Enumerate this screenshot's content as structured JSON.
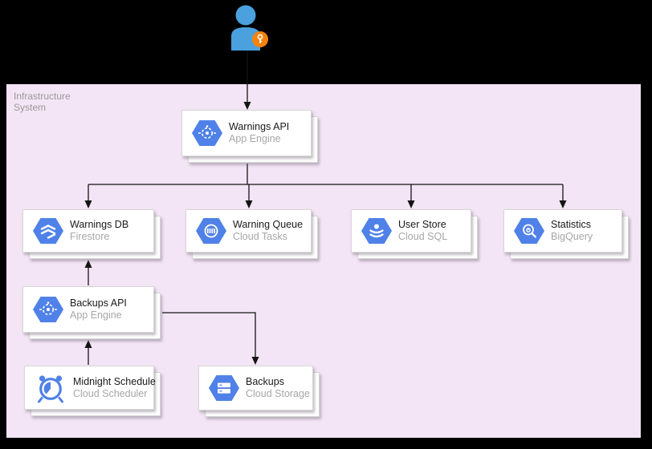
{
  "diagram": {
    "zone": {
      "label1": "Infrastructure",
      "label2": "System"
    },
    "actor": {
      "name": "authenticated-user"
    },
    "nodes": [
      {
        "id": "warnings-api",
        "title": "Warnings API",
        "subtitle": "App Engine",
        "icon": "app-engine"
      },
      {
        "id": "warnings-db",
        "title": "Warnings DB",
        "subtitle": "Firestore",
        "icon": "firestore"
      },
      {
        "id": "warning-queue",
        "title": "Warning Queue",
        "subtitle": "Cloud Tasks",
        "icon": "cloud-tasks"
      },
      {
        "id": "user-store",
        "title": "User Store",
        "subtitle": "Cloud SQL",
        "icon": "cloud-sql"
      },
      {
        "id": "statistics",
        "title": "Statistics",
        "subtitle": "BigQuery",
        "icon": "bigquery"
      },
      {
        "id": "backups-api",
        "title": "Backups API",
        "subtitle": "App Engine",
        "icon": "app-engine"
      },
      {
        "id": "midnight-schedule",
        "title": "Midnight Schedule",
        "subtitle": "Cloud Scheduler",
        "icon": "cloud-scheduler"
      },
      {
        "id": "backups",
        "title": "Backups",
        "subtitle": "Cloud Storage",
        "icon": "cloud-storage"
      }
    ],
    "edges": [
      {
        "from": "authenticated-user",
        "to": "warnings-api"
      },
      {
        "from": "warnings-api",
        "to": "warnings-db"
      },
      {
        "from": "warnings-api",
        "to": "warning-queue"
      },
      {
        "from": "warnings-api",
        "to": "user-store"
      },
      {
        "from": "warnings-api",
        "to": "statistics"
      },
      {
        "from": "backups-api",
        "to": "warnings-db"
      },
      {
        "from": "midnight-schedule",
        "to": "backups-api"
      },
      {
        "from": "backups-api",
        "to": "backups"
      }
    ],
    "colors": {
      "canvas_bg": "#000000",
      "zone_bg": "#f3e5f5",
      "zone_label": "#999999",
      "card_bg": "#ffffff",
      "hexagon_blue": "#4f81e8",
      "person_blue": "#4aa1dd",
      "badge_orange": "#f5820d",
      "title_text": "#1a1a1a",
      "subtitle_text": "#a6a6a6"
    }
  }
}
